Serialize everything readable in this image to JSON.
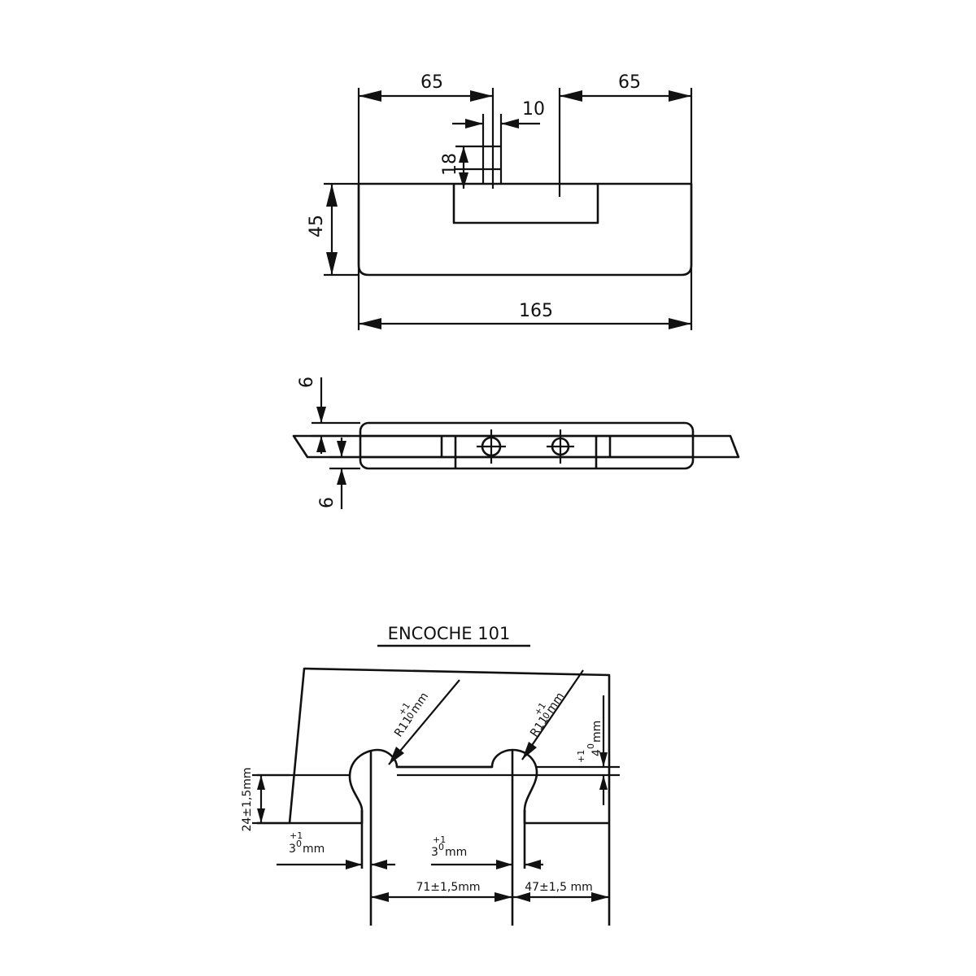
{
  "top_view": {
    "dim_left": "65",
    "dim_right": "65",
    "dim_slot_gap": "10",
    "dim_slot_depth": "18",
    "dim_height": "45",
    "dim_total": "165"
  },
  "side_view": {
    "dim_top": "6",
    "dim_bottom": "6"
  },
  "notch": {
    "title": "ENCOCHE 101",
    "radius_left_main": "R11",
    "radius_left_tol": "+1",
    "radius_left_sub": "0",
    "radius_left_unit": "mm",
    "radius_right_main": "R11",
    "radius_right_tol": "+1",
    "radius_right_sub": "0",
    "radius_right_unit": "mm",
    "depth_tol": "+1",
    "depth_main": "4",
    "depth_sub": "0",
    "depth_unit": "mm",
    "height_label": "24±1,5mm",
    "slot_left_tol": "+1",
    "slot_left_main": "3",
    "slot_left_sub": "0",
    "slot_left_unit": "mm",
    "slot_mid_tol": "+1",
    "slot_mid_main": "3",
    "slot_mid_sub": "0",
    "slot_mid_unit": "mm",
    "spacing_label": "71±1,5mm",
    "edge_label": "47±1,5 mm"
  }
}
